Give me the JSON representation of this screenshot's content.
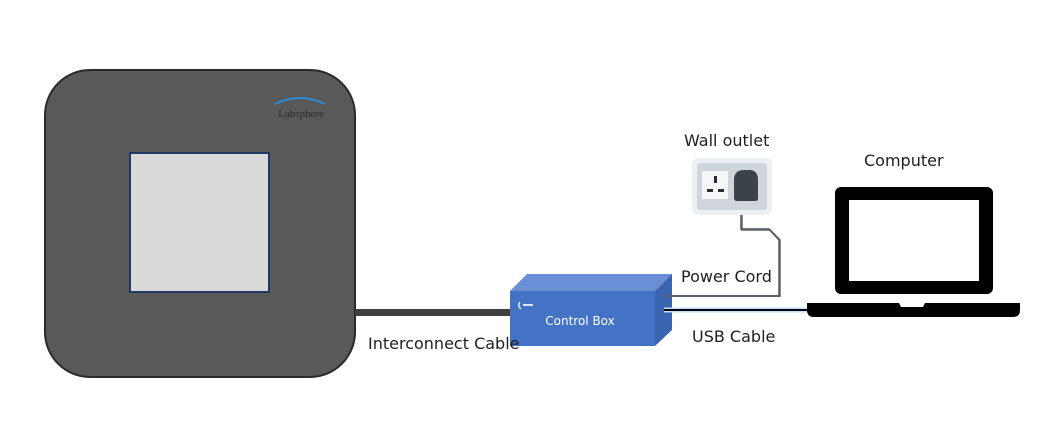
{
  "diagram": {
    "sphere_device": {
      "brand": "Labsphere",
      "body_color": "#595959",
      "port_color": "#d9d9d9",
      "port_border_color": "#1f3864",
      "logo_arc_color": "#2e8bd6"
    },
    "control_box": {
      "label": "Control Box",
      "front_color": "#4472c4",
      "top_color": "#6a8fd6",
      "side_color": "#3a63b0"
    },
    "wall_outlet": {
      "label": "Wall outlet"
    },
    "computer": {
      "label": "Computer"
    },
    "cables": {
      "interconnect": "Interconnect Cable",
      "power": "Power Cord",
      "usb": "USB Cable"
    }
  }
}
